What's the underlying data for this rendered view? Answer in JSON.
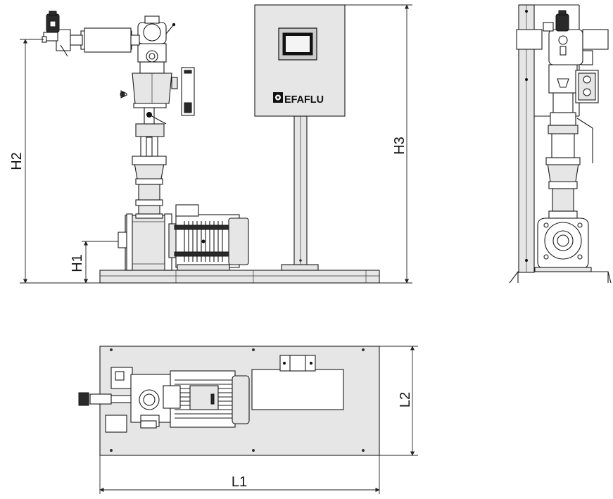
{
  "brand": {
    "logo_text": "EFAFLU",
    "logo_mark": "efaflu-logo-mark"
  },
  "dimensions": {
    "h1": "H1",
    "h2": "H2",
    "h3": "H3",
    "l1": "L1",
    "l2": "L2"
  },
  "colors": {
    "panel": "#e6e6e6",
    "line": "#1a1a1a",
    "dark": "#2a2a2a",
    "background": "#ffffff"
  }
}
